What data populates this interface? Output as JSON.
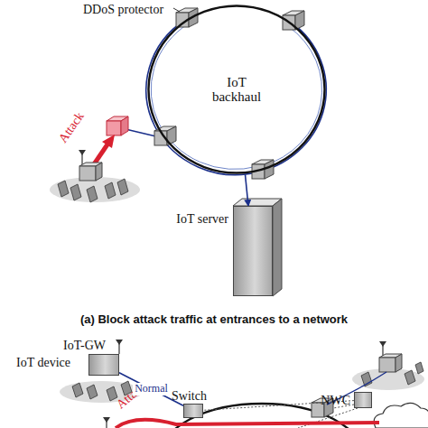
{
  "diagram": {
    "nodes": [
      {
        "text": [
          "IoT backhaul"
        ]
      },
      {
        "text": [
          "IoT server"
        ]
      },
      {
        "text": [
          "IoT-GW"
        ]
      },
      {
        "text": [
          "Switch"
        ]
      },
      {
        "text": [
          "NWC"
        ]
      }
    ],
    "edges": [
      {
        "from": 0,
        "to": 1,
        "arrow": "to"
      },
      {
        "from": 2,
        "to": 3,
        "label": "Normal",
        "arrow": "none"
      },
      {
        "from": 4,
        "to": 3,
        "arrow": "none"
      }
    ],
    "labels": [
      "DDoS protector",
      "Attack",
      "(a) Block attack traffic at entrances to a network",
      "IoT device",
      "Attack"
    ]
  }
}
